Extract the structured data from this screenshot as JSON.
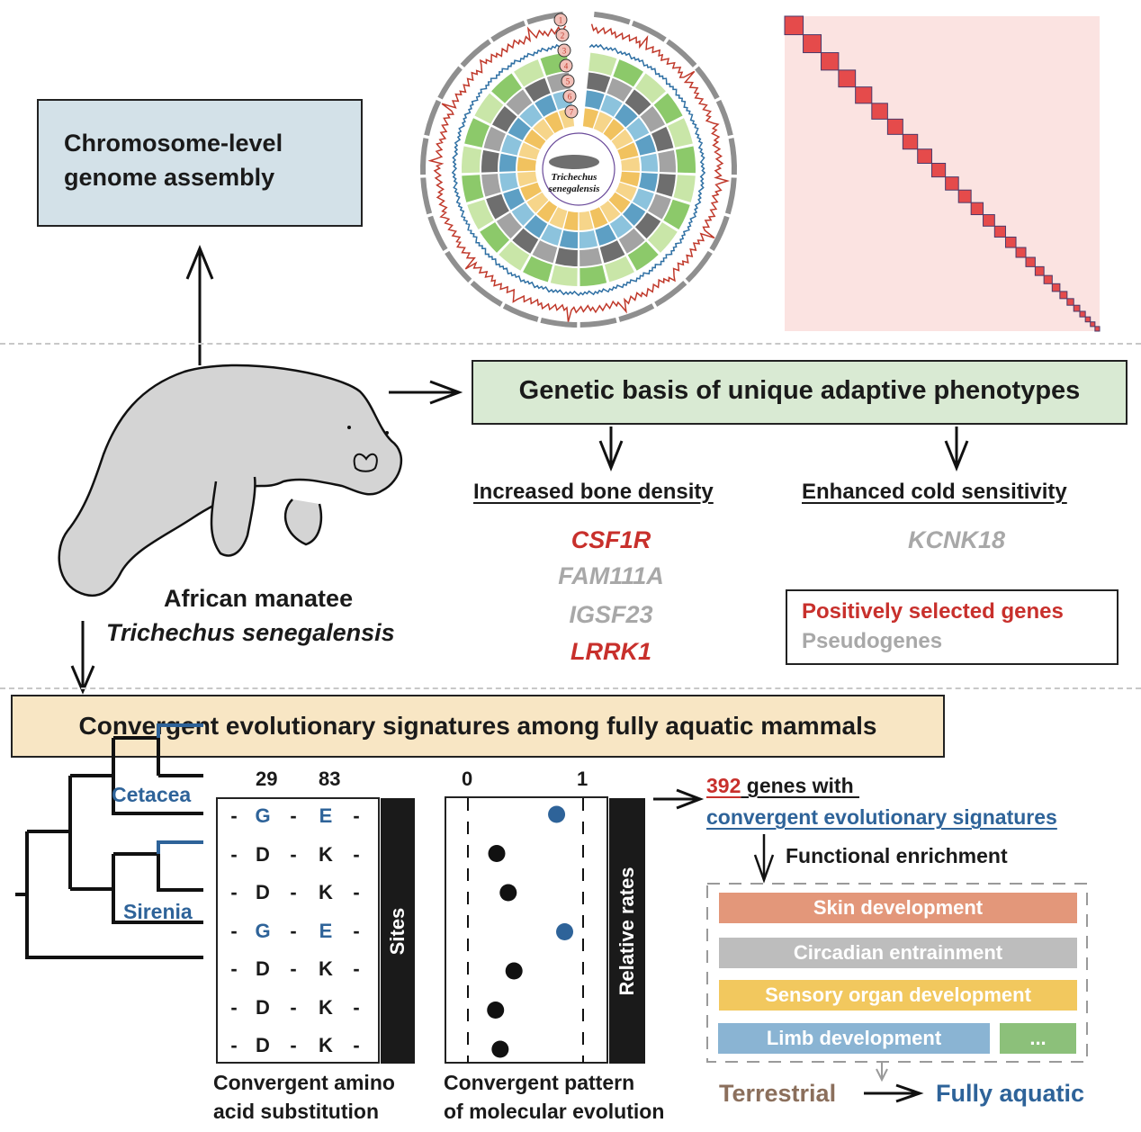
{
  "top": {
    "assembly_box": {
      "line1": "Chromosome-level",
      "line2": "genome assembly",
      "bg": "#d3e1e8"
    },
    "circos": {
      "track_numbers": [
        "1",
        "2",
        "3",
        "4",
        "5",
        "6",
        "7"
      ],
      "center_label_line1": "Trichechus",
      "center_label_line2": "senegalensis",
      "track_colors": [
        "#c0392b",
        "#2e6fa3",
        "#7cc05a",
        "#9a9a9a",
        "#7fb8d6",
        "#f5cf7a",
        "#6a4a9a"
      ]
    },
    "hic_map": {
      "blocks": 28,
      "color": "#e03030"
    }
  },
  "middle": {
    "species_common": "African manatee",
    "species_latin": "Trichechus senegalensis",
    "genetic_box": {
      "title": "Genetic basis of unique adaptive phenotypes",
      "bg": "#d9ead3"
    },
    "phenotypes": [
      {
        "label": "Increased bone density",
        "genes": [
          {
            "name": "CSF1R",
            "type": "positive"
          },
          {
            "name": "FAM111A",
            "type": "pseudo"
          },
          {
            "name": "IGSF23",
            "type": "pseudo"
          },
          {
            "name": "LRRK1",
            "type": "positive"
          }
        ]
      },
      {
        "label": "Enhanced cold sensitivity",
        "genes": [
          {
            "name": "KCNK18",
            "type": "pseudo"
          }
        ]
      }
    ],
    "legend": {
      "positive": "Positively selected genes",
      "pseudo": "Pseudogenes"
    },
    "colors": {
      "positive": "#c8302c",
      "pseudo": "#a8a8a8"
    }
  },
  "bottom": {
    "banner": {
      "title": "Convergent evolutionary signatures among fully aquatic mammals",
      "bg": "#f8e6c4"
    },
    "tree": {
      "clade1": "Cetacea",
      "clade2": "Sirenia",
      "clade_color": "#2e6399"
    },
    "sites": {
      "positions": [
        "29",
        "83"
      ],
      "rows": [
        {
          "a": "G",
          "b": "E",
          "convergent": true
        },
        {
          "a": "D",
          "b": "K",
          "convergent": false
        },
        {
          "a": "D",
          "b": "K",
          "convergent": false
        },
        {
          "a": "G",
          "b": "E",
          "convergent": true
        },
        {
          "a": "D",
          "b": "K",
          "convergent": false
        },
        {
          "a": "D",
          "b": "K",
          "convergent": false
        },
        {
          "a": "D",
          "b": "K",
          "convergent": false
        }
      ],
      "gap": "-",
      "bar_label": "Sites",
      "caption_line1": "Convergent amino",
      "caption_line2": "acid substitution"
    },
    "rates": {
      "axis_ticks": [
        "0",
        "1"
      ],
      "values": [
        0.77,
        0.25,
        0.35,
        0.84,
        0.4,
        0.24,
        0.28
      ],
      "convergent": [
        true,
        false,
        false,
        true,
        false,
        false,
        false
      ],
      "bar_label": "Relative rates",
      "caption_line1": "Convergent pattern",
      "caption_line2": "of molecular evolution"
    },
    "genes": {
      "count": "392",
      "text1": " genes with ",
      "text2": "convergent evolutionary signatures",
      "enrichment_label": "Functional enrichment"
    },
    "enrichment_terms": [
      {
        "label": "Skin development",
        "color": "#e3977a"
      },
      {
        "label": "Circadian entrainment",
        "color": "#bdbdbd"
      },
      {
        "label": "Sensory organ development",
        "color": "#f2c85e"
      },
      {
        "label": "Limb development",
        "color": "#8ab4d3"
      },
      {
        "label": "...",
        "color": "#8cc07a"
      }
    ],
    "transition": {
      "from": "Terrestrial",
      "to": "Fully aquatic",
      "from_color": "#8b6f5c",
      "to_color": "#2e6399"
    }
  }
}
